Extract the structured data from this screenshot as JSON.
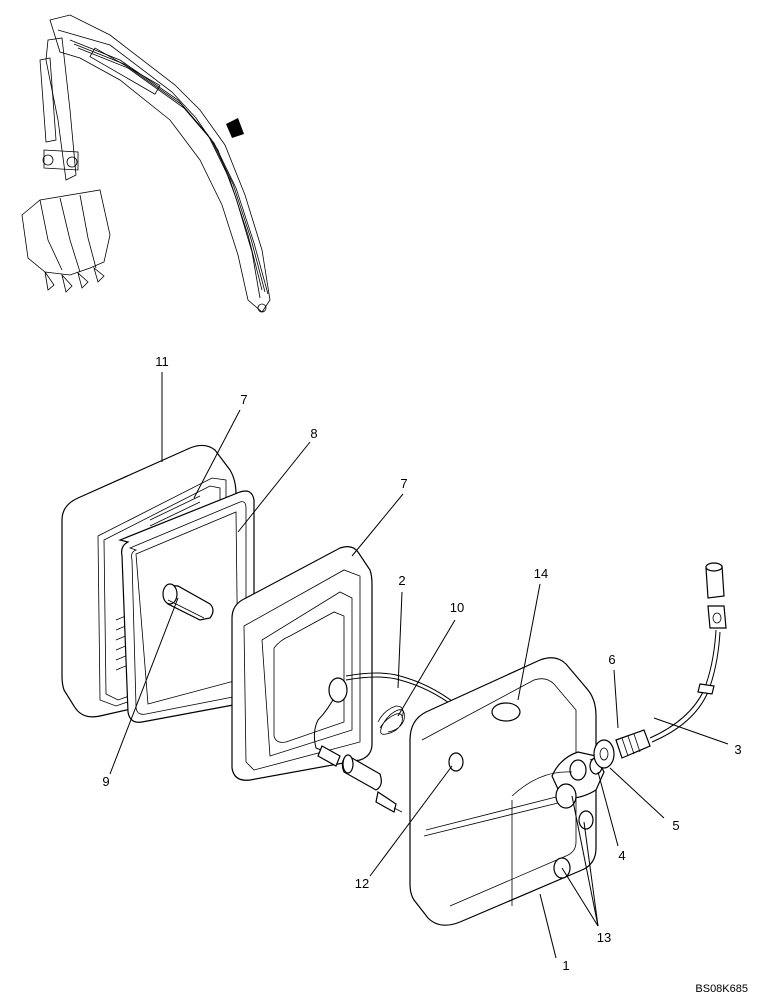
{
  "callouts": {
    "c1": "1",
    "c2": "2",
    "c3": "3",
    "c4": "4",
    "c5": "5",
    "c6": "6",
    "c7a": "7",
    "c7b": "7",
    "c8": "8",
    "c9": "9",
    "c10": "10",
    "c11": "11",
    "c12": "12",
    "c13": "13",
    "c14": "14"
  },
  "reference_code": "BS08K685"
}
